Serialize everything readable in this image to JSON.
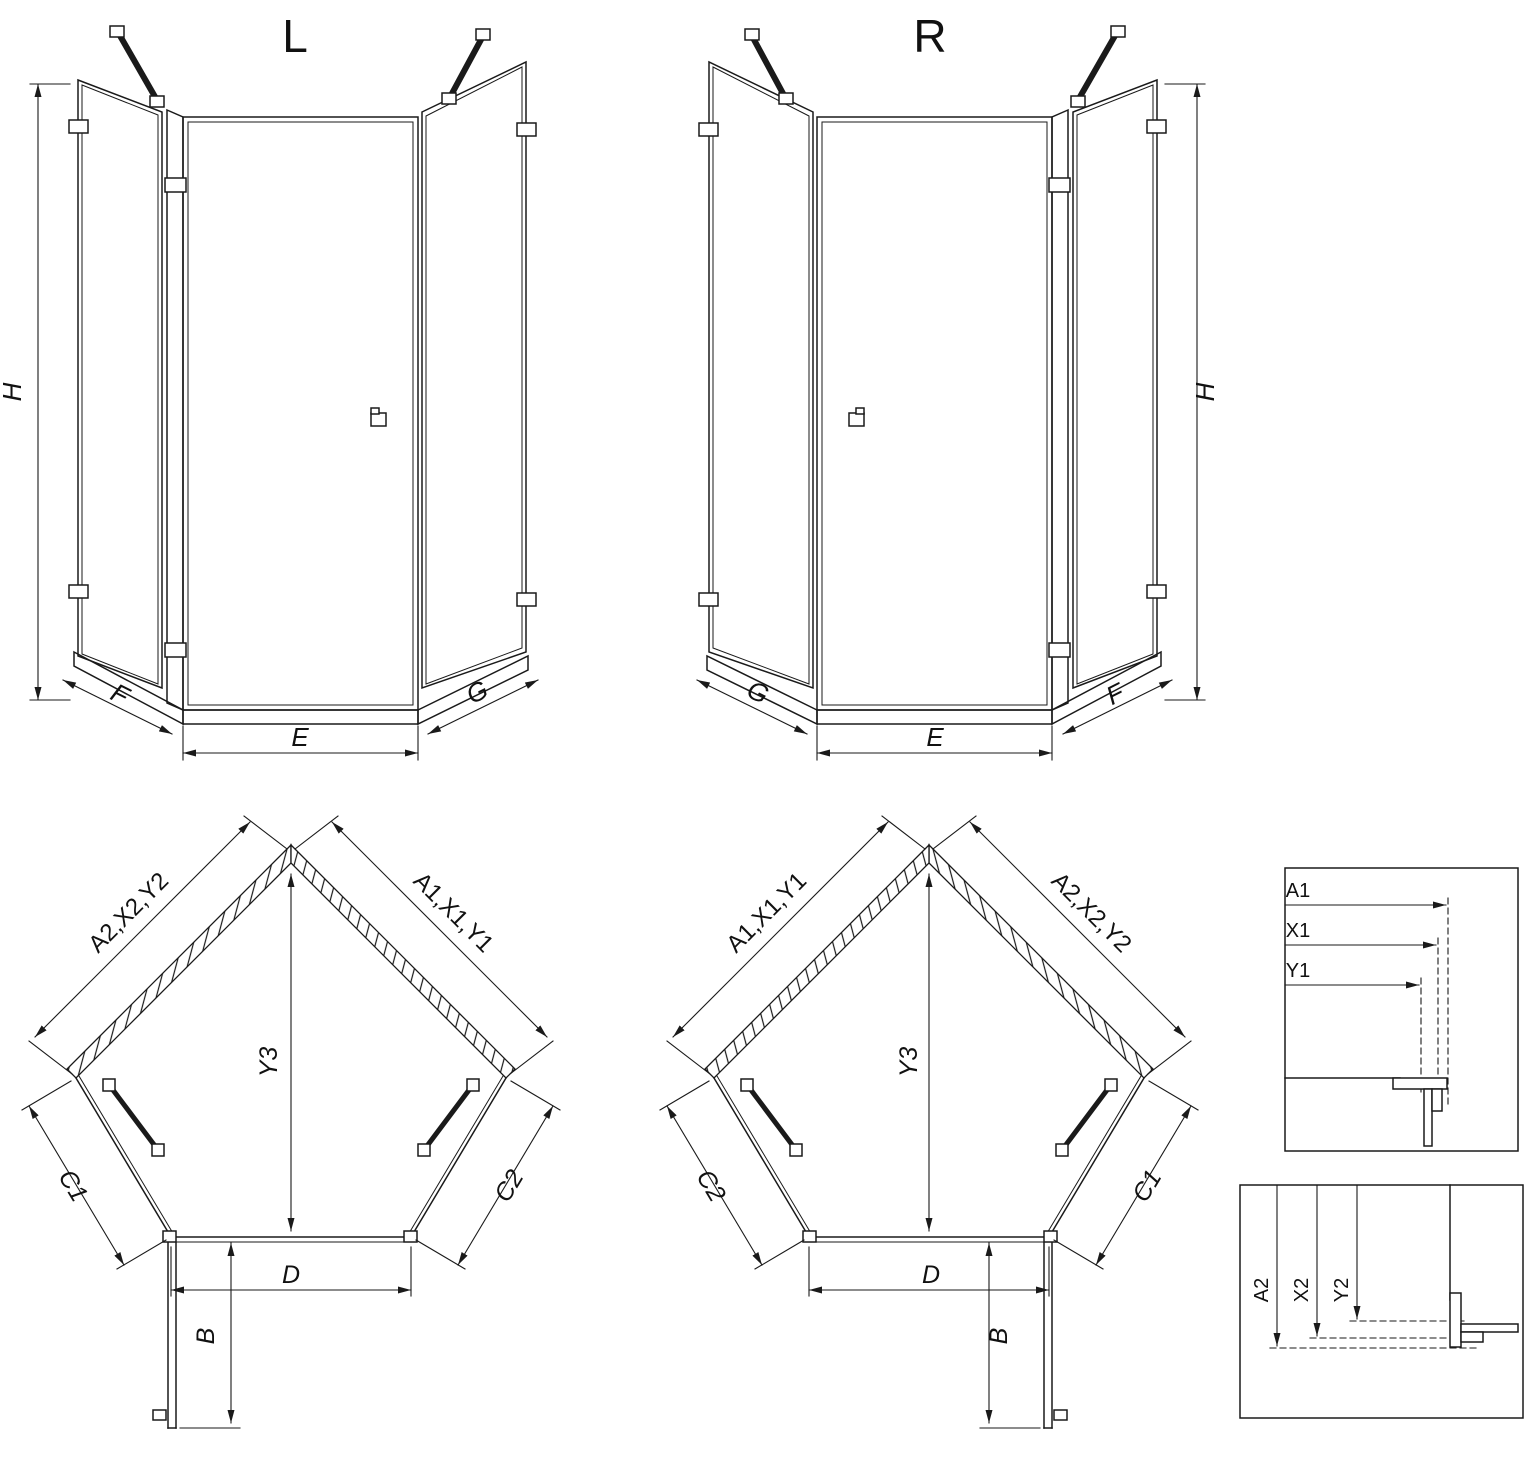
{
  "colors": {
    "line": "#1a1a1a",
    "background": "#ffffff"
  },
  "figures": {
    "left_elevation": {
      "title": "L",
      "dim_height": "H",
      "dim_left": "F",
      "dim_front": "E",
      "dim_right": "G"
    },
    "right_elevation": {
      "title": "R",
      "dim_height": "H",
      "dim_left": "G",
      "dim_front": "E",
      "dim_right": "F"
    },
    "left_plan": {
      "wall_left": "A2,X2,Y2",
      "wall_right": "A1,X1,Y1",
      "depth_label": "Y3",
      "side_left": "C1",
      "side_right": "C2",
      "door_width": "D",
      "entry_depth": "B"
    },
    "right_plan": {
      "wall_left": "A1,X1,Y1",
      "wall_right": "A2,X2,Y2",
      "depth_label": "Y3",
      "side_left": "C2",
      "side_right": "C1",
      "door_width": "D",
      "entry_depth": "B"
    },
    "detail_top": {
      "dims": [
        "A1",
        "X1",
        "Y1"
      ]
    },
    "detail_bottom": {
      "dims": [
        "A2",
        "X2",
        "Y2"
      ]
    }
  }
}
